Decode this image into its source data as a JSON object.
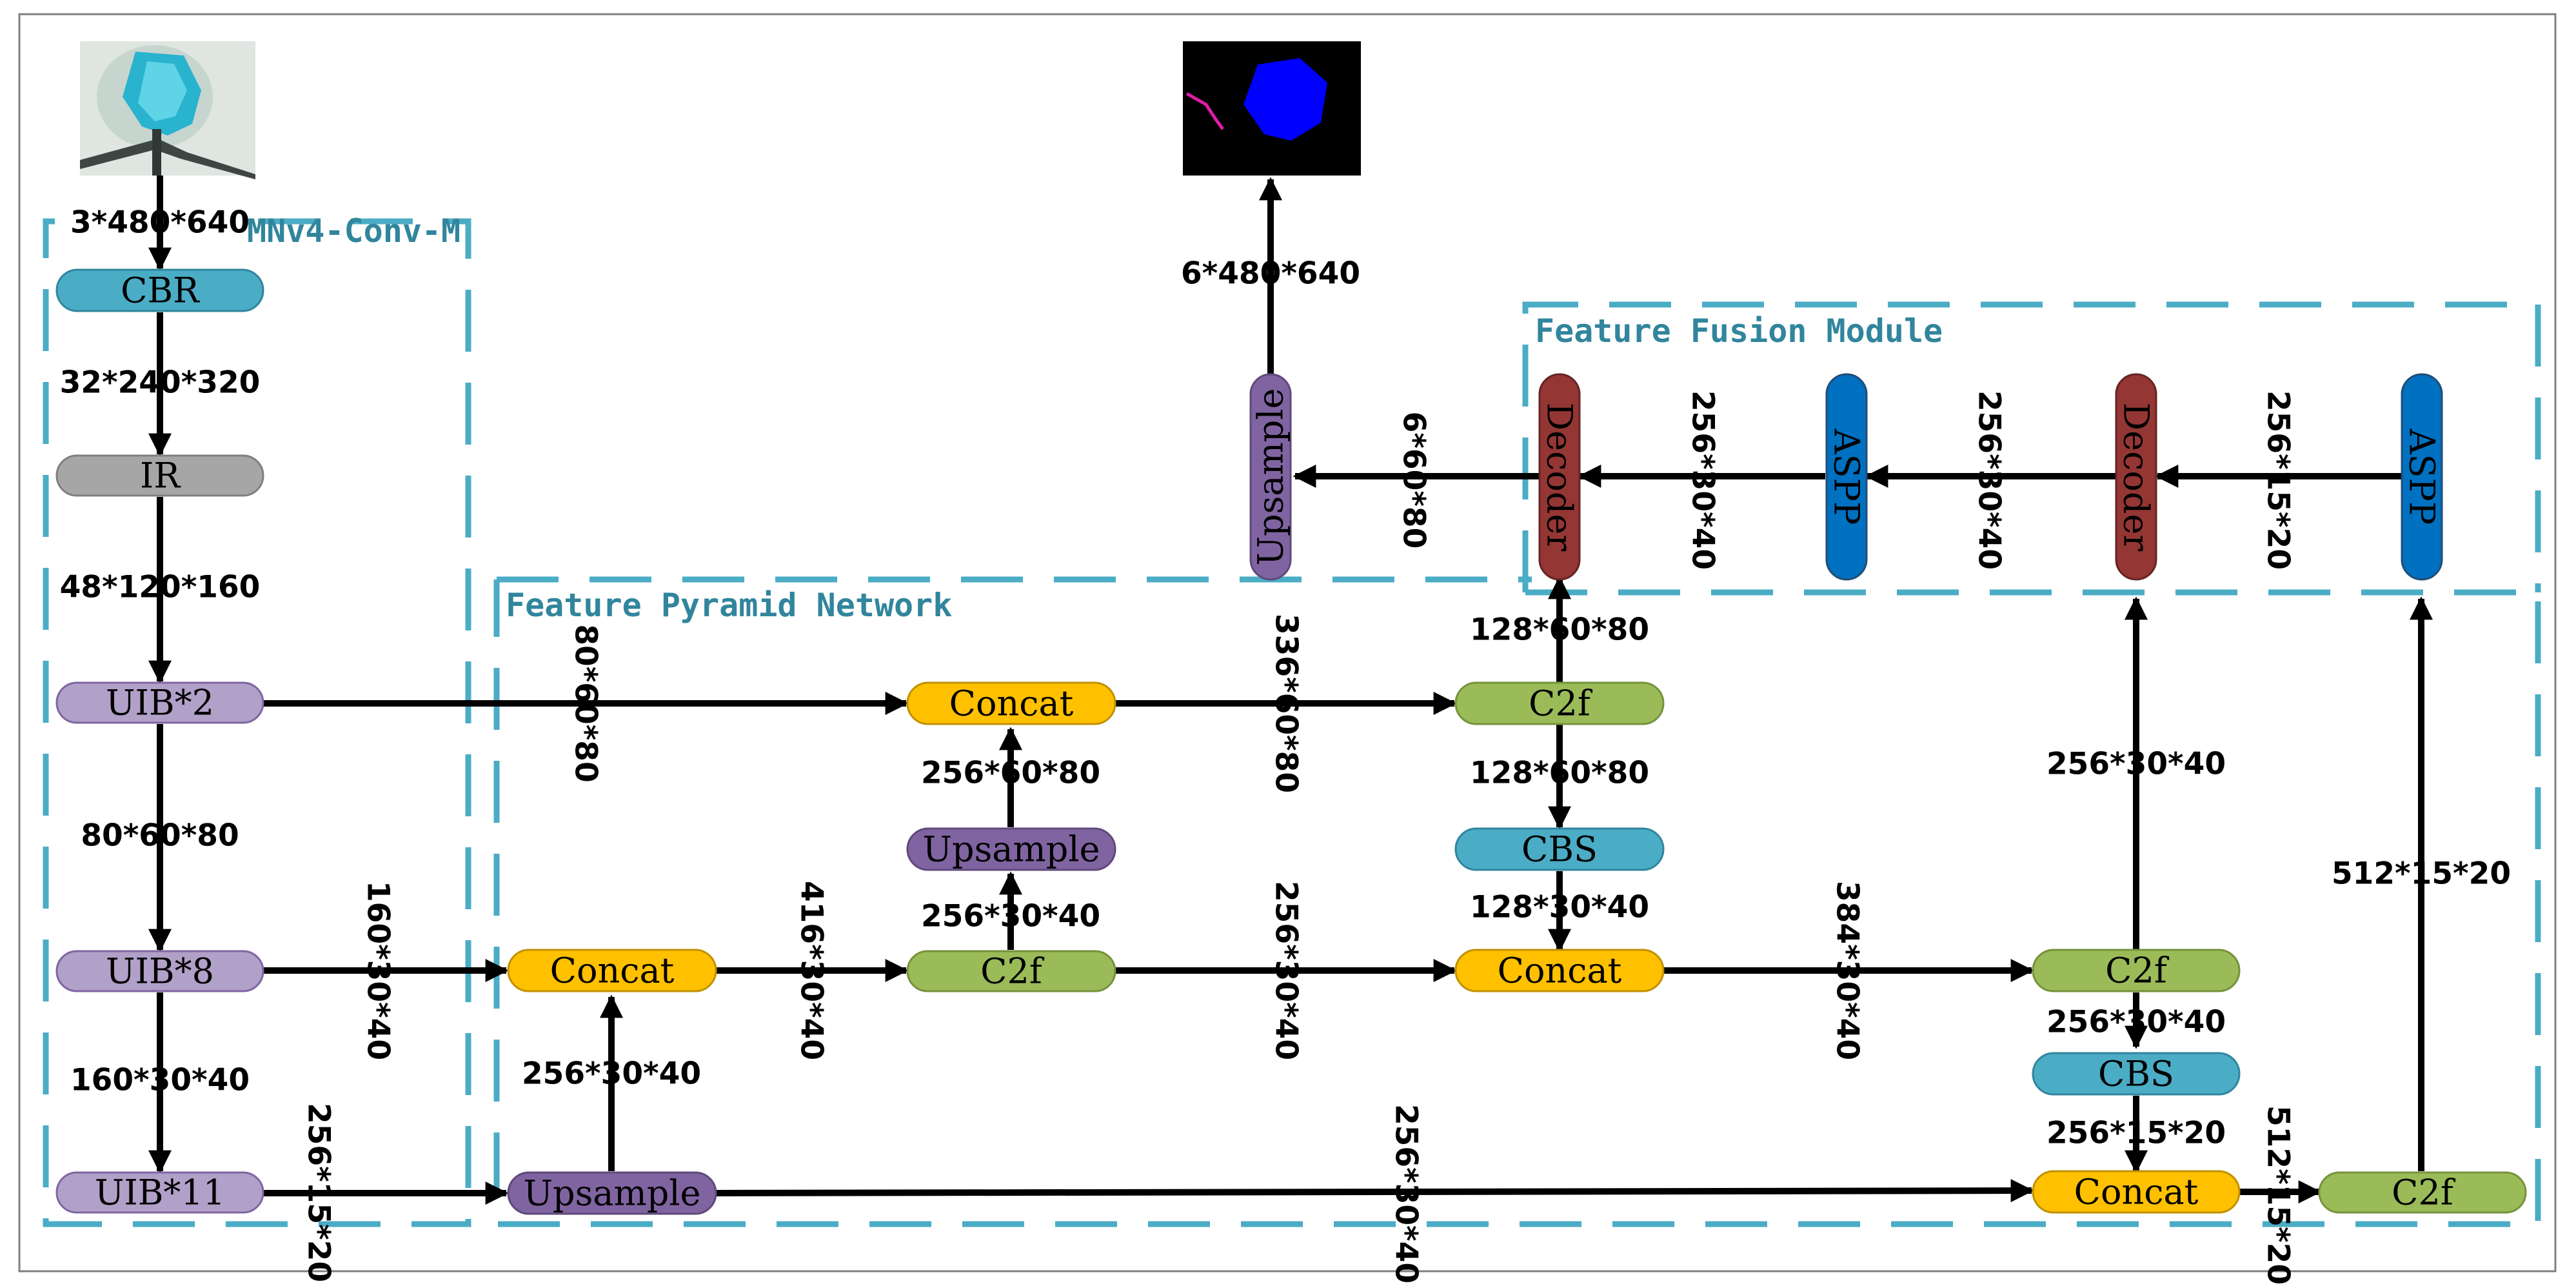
{
  "colors": {
    "teal": "#4bacc6",
    "gray": "#a6a6a6",
    "lavender": "#b1a0c7",
    "purple": "#8064a2",
    "orange": "#ffc000",
    "green": "#9bbb59",
    "blue": "#0070c0",
    "brown": "#943634",
    "region_border": "#4bacc6",
    "region_title": "#31859c"
  },
  "regions": {
    "mnv4": "MNv4-Conv-M",
    "fpn": "Feature Pyramid Network",
    "ffm": "Feature Fusion Module"
  },
  "images": {
    "input": "input-image (blue object on gray background)",
    "output": "segmentation-mask (black background, blue blob, magenta line)"
  },
  "modules": {
    "cbr": "CBR",
    "ir": "IR",
    "uib2": "UIB*2",
    "uib8": "UIB*8",
    "uib11": "UIB*11",
    "fpn_upsample_bottom": "Upsample",
    "fpn_concat_mid": "Concat",
    "fpn_c2f_mid": "C2f",
    "fpn_upsample_mid": "Upsample",
    "fpn_concat_top": "Concat",
    "fpn_c2f_top": "C2f",
    "fpn_cbs_top": "CBS",
    "fpn_concat_center": "Concat",
    "fpn_c2f_right": "C2f",
    "fpn_cbs_right": "CBS",
    "fpn_concat_bottom_right": "Concat",
    "fpn_c2f_far_right": "C2f",
    "aspp_right": "ASPP",
    "decoder_right": "Decoder",
    "aspp_left": "ASPP",
    "decoder_left": "Decoder",
    "head_upsample": "Upsample"
  },
  "labels": {
    "input_dim": "3*480*640",
    "cbr_to_ir": "32*240*320",
    "ir_to_uib2": "48*120*160",
    "uib2_to_uib8": "80*60*80",
    "uib8_to_uib11": "160*30*40",
    "uib2_to_concat_top": "80*60*80",
    "uib8_to_concat_mid": "160*30*40",
    "uib11_to_upsample": "256*15*20",
    "upsample_to_concat_mid": "256*30*40",
    "concat_mid_to_c2f_mid": "416*30*40",
    "c2f_mid_to_upsample_mid": "256*30*40",
    "upsample_mid_to_concat_top": "256*60*80",
    "concat_top_to_c2f_top": "336*60*80",
    "c2f_top_to_cbs_top": "128*60*80",
    "c2f_top_to_decoder_left": "128*60*80",
    "cbs_top_to_concat_center": "128*30*40",
    "c2f_mid_to_concat_center": "256*30*40",
    "concat_center_to_c2f_right": "384*30*40",
    "c2f_right_to_decoder_right": "256*30*40",
    "c2f_right_to_cbs_right": "256*30*40",
    "cbs_right_to_concat_bottom": "256*15*20",
    "upsample_to_concat_bottom": "256*30*40",
    "concat_bottom_to_c2f_far_right": "512*15*20",
    "c2f_far_right_to_aspp": "512*15*20",
    "aspp_right_to_decoder_right": "256*15*20",
    "decoder_right_to_aspp_left": "256*30*40",
    "aspp_left_to_decoder_left": "256*30*40",
    "decoder_left_to_upsample": "6*60*80",
    "upsample_to_output": "6*480*640"
  }
}
